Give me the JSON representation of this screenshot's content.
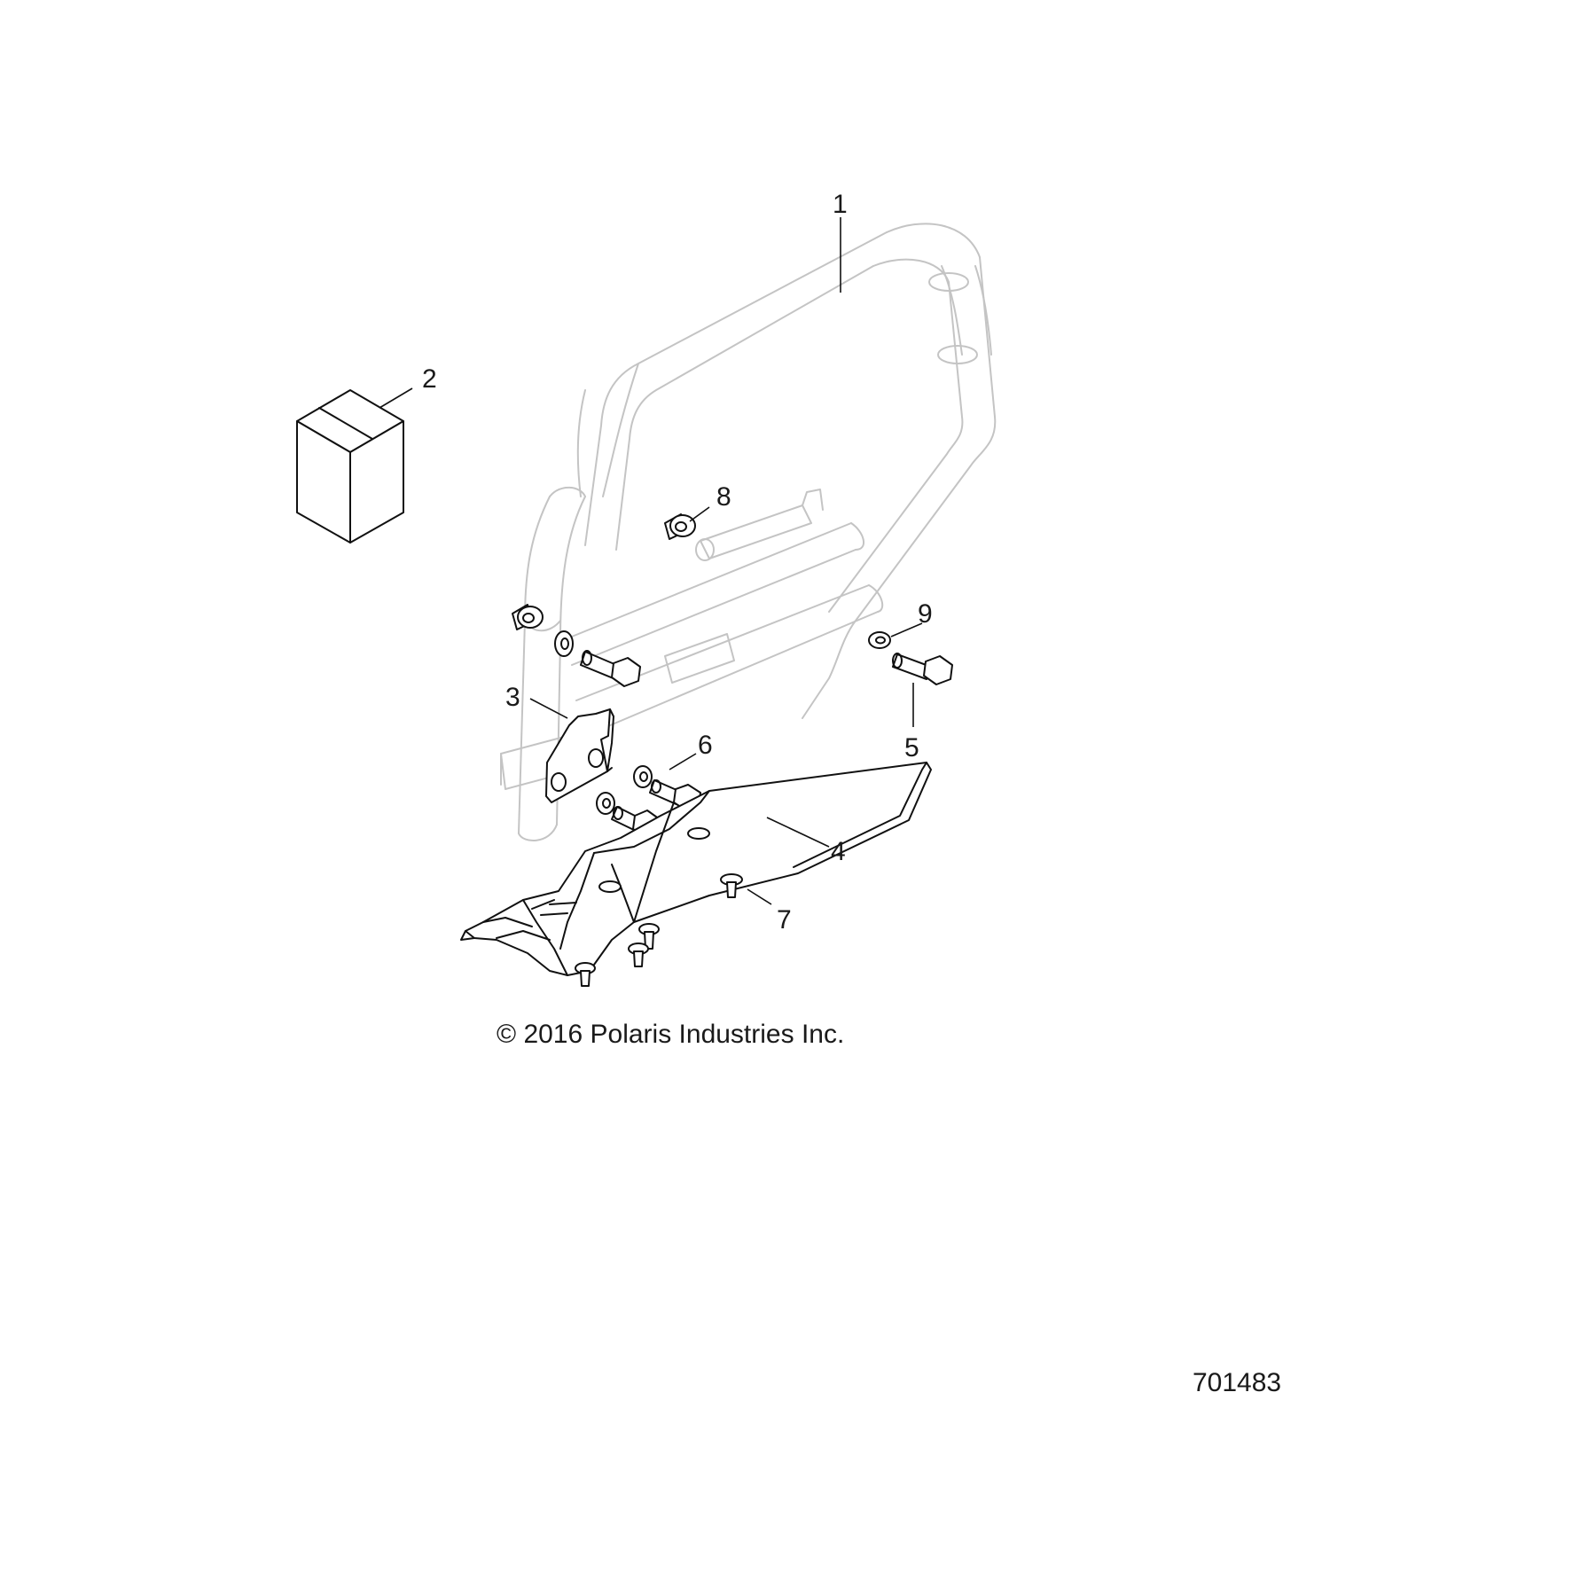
{
  "callouts": {
    "c1": "1",
    "c2": "2",
    "c3": "3",
    "c4": "4",
    "c5": "5",
    "c6": "6",
    "c7": "7",
    "c8": "8",
    "c9": "9"
  },
  "copyright": "© 2016 Polaris Industries Inc.",
  "drawing_number": "701483"
}
